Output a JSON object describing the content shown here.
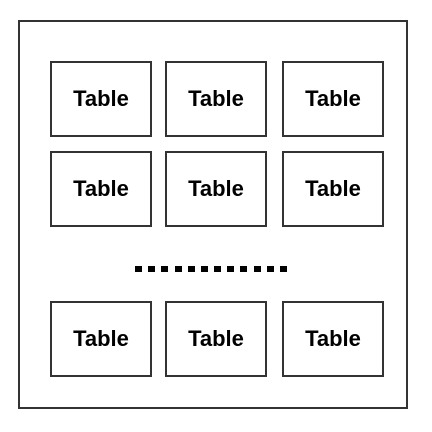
{
  "diagram": {
    "rows": [
      {
        "cells": [
          "Table",
          "Table",
          "Table"
        ]
      },
      {
        "cells": [
          "Table",
          "Table",
          "Table"
        ]
      },
      {
        "cells": [
          "Table",
          "Table",
          "Table"
        ]
      }
    ],
    "ellipsis_dots": 12
  }
}
